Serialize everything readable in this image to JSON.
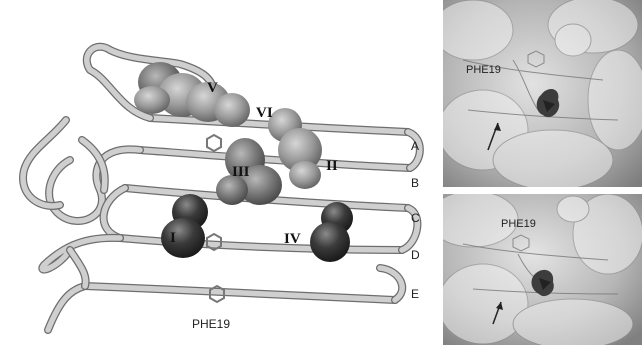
{
  "main": {
    "site_labels": [
      "V",
      "VI",
      "III",
      "II",
      "I",
      "IV"
    ],
    "strand_labels": [
      "A",
      "B",
      "C",
      "D",
      "E"
    ],
    "residue_label": "PHE19"
  },
  "insets": [
    {
      "residue_label": "PHE19"
    },
    {
      "residue_label": "PHE19"
    }
  ],
  "colors": {
    "ribbon": "#c9c9c9",
    "ribbon_edge": "#7a7a7a",
    "surface_light": "#9a9a9a",
    "surface_mid": "#777777",
    "surface_dark": "#3a3a3a",
    "inset_bg": "#b9b9b9"
  }
}
